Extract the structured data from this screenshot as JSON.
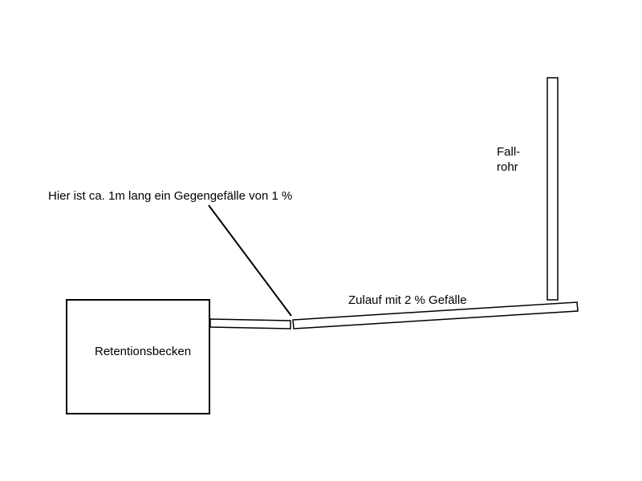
{
  "diagram": {
    "components": {
      "basin": {
        "label": "Retentionsbecken"
      },
      "counter_slope_pipe": {
        "label": ""
      },
      "inflow_pipe": {
        "label": "Zulauf mit 2 % Gefälle"
      },
      "downpipe": {
        "label": "Fall-\nrohr"
      }
    },
    "annotation": {
      "text": "Hier ist ca. 1m lang ein Gegengefälle von 1 %"
    },
    "colors": {
      "stroke": "#000000",
      "fill": "#ffffff"
    }
  }
}
